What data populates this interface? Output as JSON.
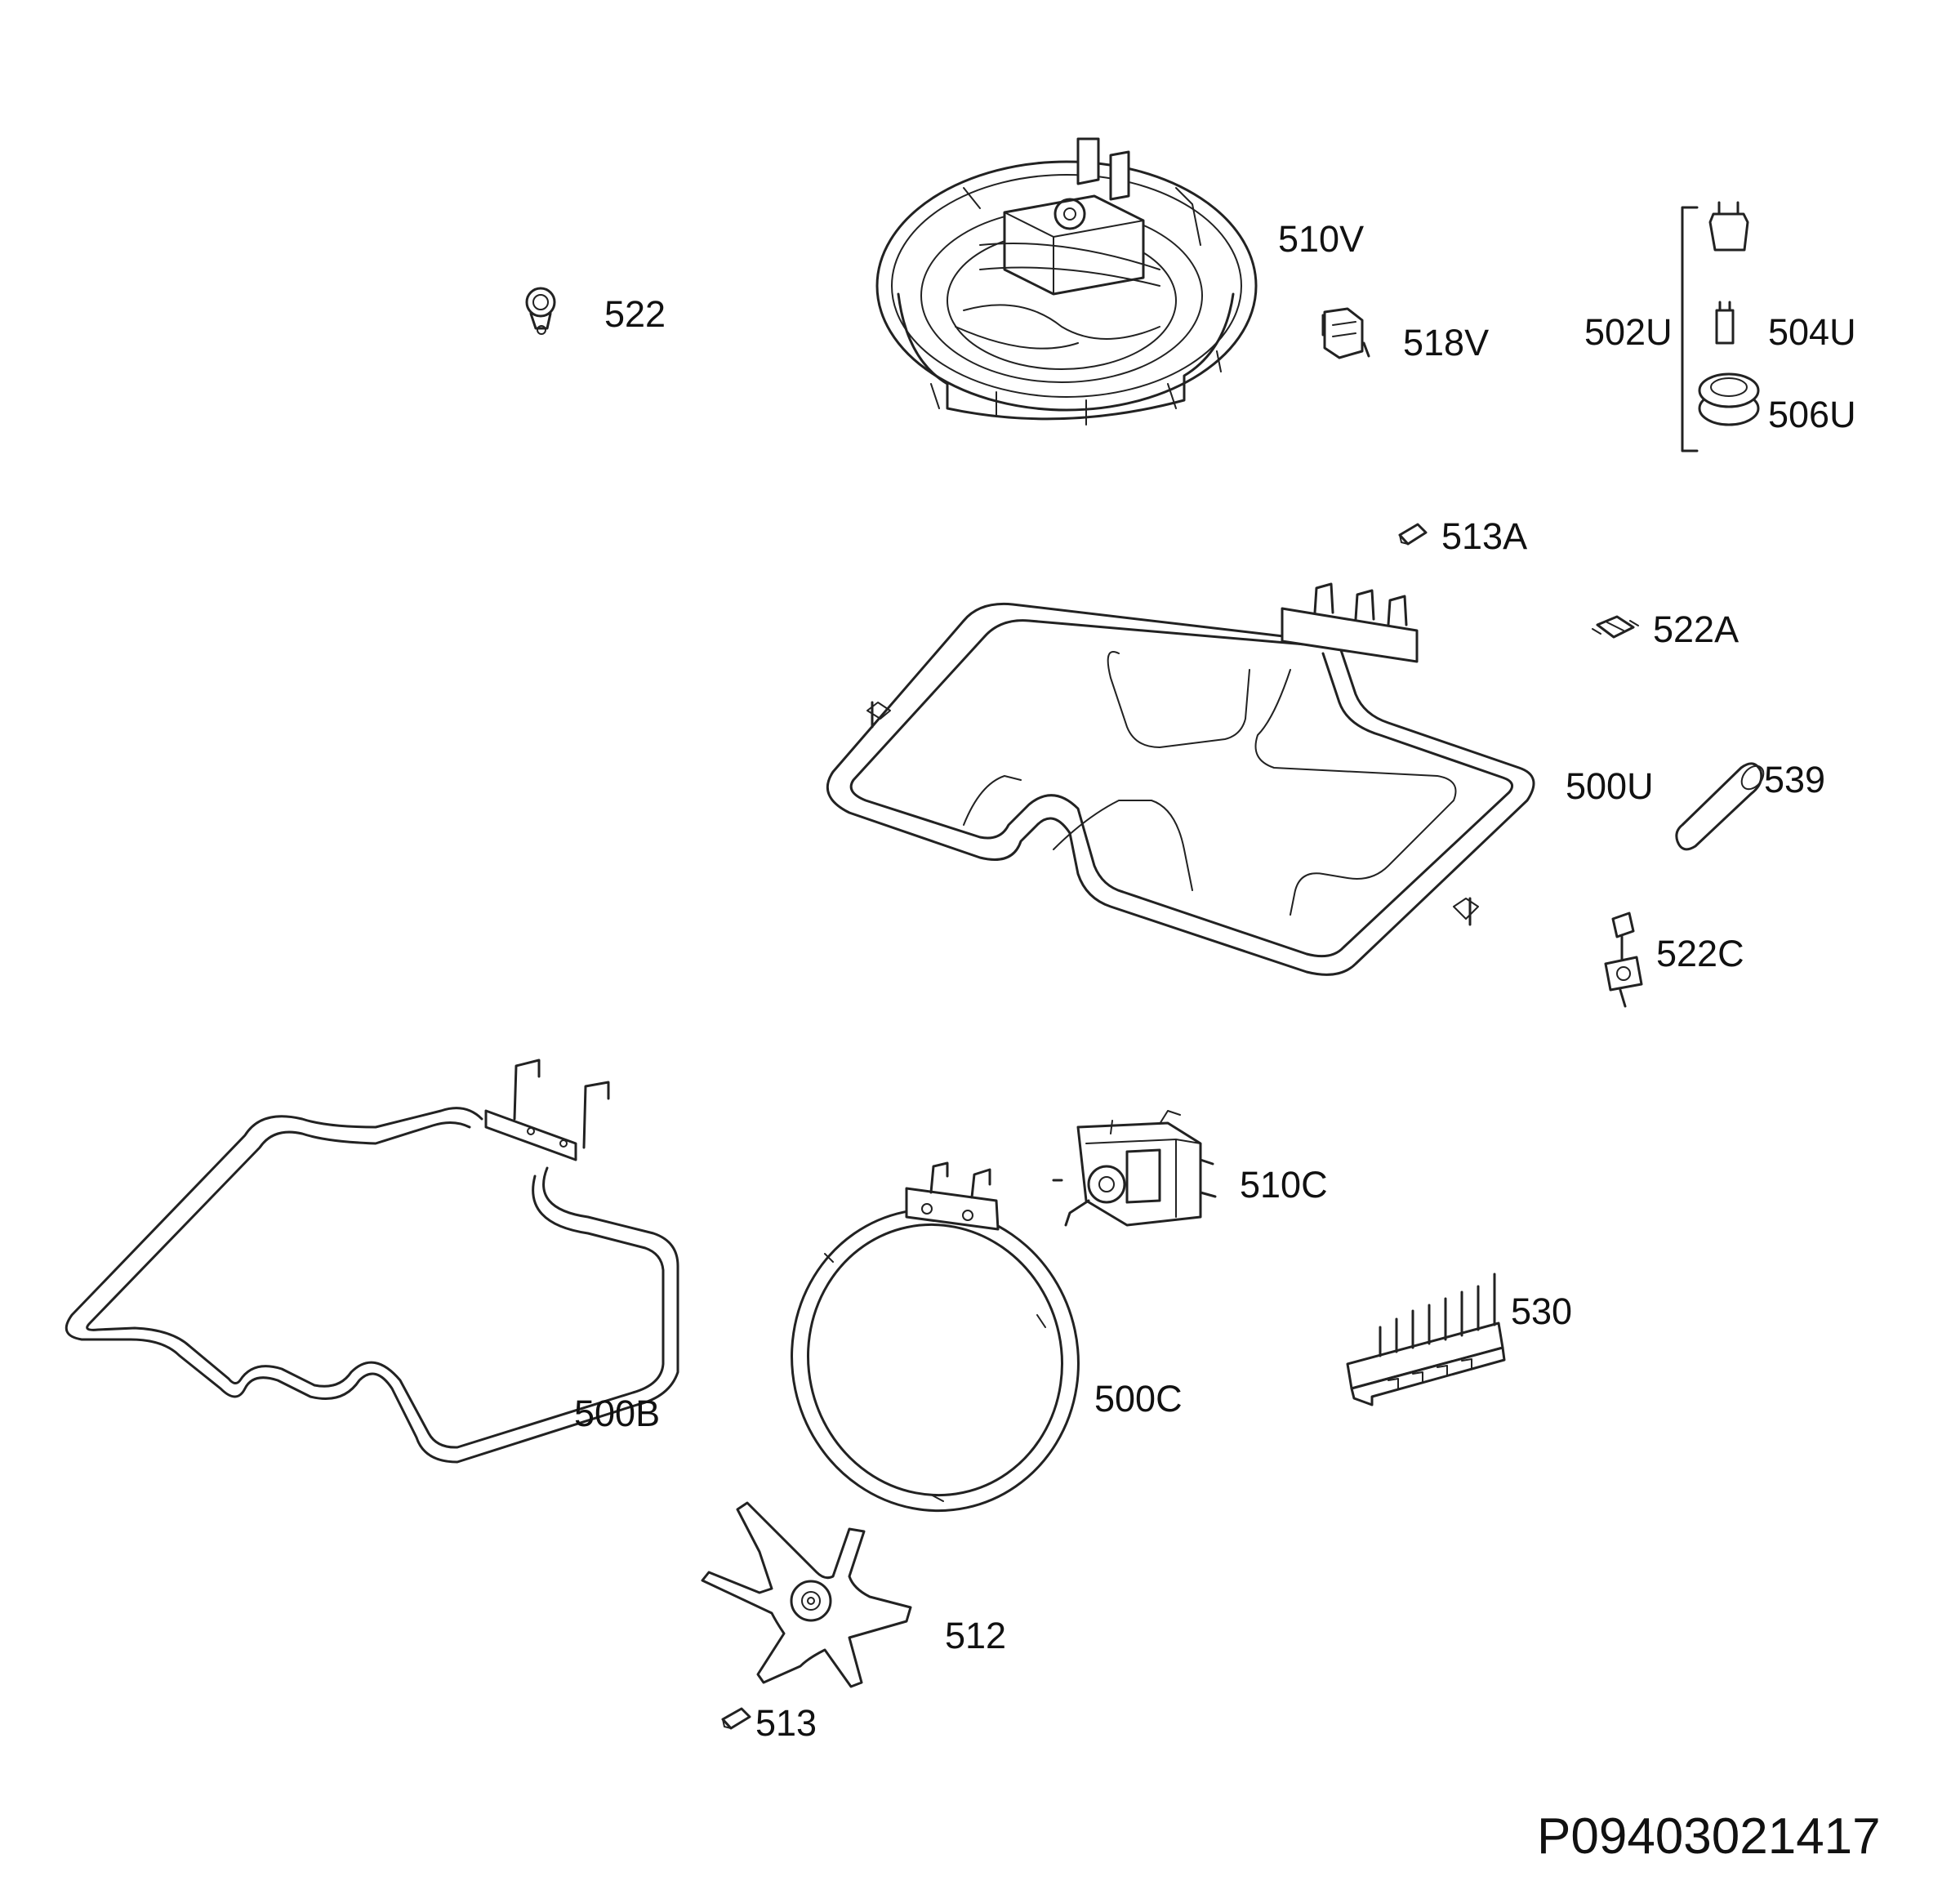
{
  "diagram_id": "P09403021417",
  "parts": {
    "p510V": "510V",
    "p522": "522",
    "p518V": "518V",
    "p502U": "502U",
    "p504U": "504U",
    "p506U": "506U",
    "p513A": "513A",
    "p522A": "522A",
    "p500U": "500U",
    "p539": "539",
    "p522C": "522C",
    "p510C": "510C",
    "p530": "530",
    "p500B": "500B",
    "p500C": "500C",
    "p512": "512",
    "p513": "513"
  }
}
